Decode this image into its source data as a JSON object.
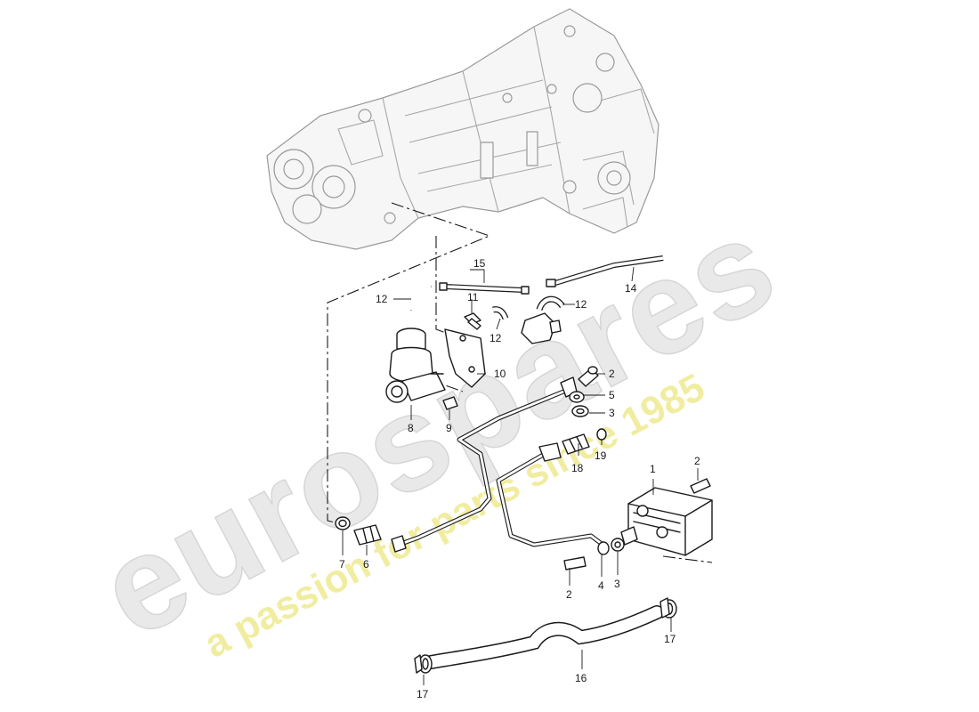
{
  "watermark": {
    "brand": "eurospares",
    "tagline": "a passion for parts since 1985",
    "brand_color": "#e6e6e6",
    "tagline_color": "#f3efa6"
  },
  "part_labels": [
    {
      "id": "p1",
      "text": "1"
    },
    {
      "id": "p2a",
      "text": "2"
    },
    {
      "id": "p2b",
      "text": "2"
    },
    {
      "id": "p2c",
      "text": "2"
    },
    {
      "id": "p3a",
      "text": "3"
    },
    {
      "id": "p3b",
      "text": "3"
    },
    {
      "id": "p4",
      "text": "4"
    },
    {
      "id": "p5",
      "text": "5"
    },
    {
      "id": "p6",
      "text": "6"
    },
    {
      "id": "p7",
      "text": "7"
    },
    {
      "id": "p8",
      "text": "8"
    },
    {
      "id": "p9",
      "text": "9"
    },
    {
      "id": "p10",
      "text": "10"
    },
    {
      "id": "p11",
      "text": "11"
    },
    {
      "id": "p12a",
      "text": "12"
    },
    {
      "id": "p12b",
      "text": "12"
    },
    {
      "id": "p12c",
      "text": "12"
    },
    {
      "id": "p14",
      "text": "14"
    },
    {
      "id": "p15",
      "text": "15"
    },
    {
      "id": "p16",
      "text": "16"
    },
    {
      "id": "p17a",
      "text": "17"
    },
    {
      "id": "p17b",
      "text": "17"
    },
    {
      "id": "p18",
      "text": "18"
    },
    {
      "id": "p19",
      "text": "19"
    }
  ]
}
